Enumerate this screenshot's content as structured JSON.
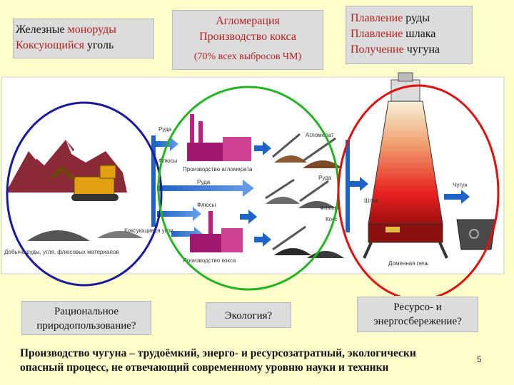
{
  "box_left": {
    "line1_a": "Железные ",
    "line1_b": "моноруды",
    "line2_a": "Коксующийся",
    "line2_b": " уголь"
  },
  "box_middle": {
    "line1": "Агломерация",
    "line2": "Производство кокса",
    "line3": "(70% всех выбросов ЧМ)"
  },
  "box_right": {
    "line1_a": "Плавление",
    "line1_b": " руды",
    "line2_a": "Плавление",
    "line2_b": " шлака",
    "line3_a": "Получение",
    "line3_b": " чугуна"
  },
  "diagram_labels": {
    "ruda_top": "Руда",
    "flyusy_top": "Флюсы",
    "aglomerat_prod": "Производство агломерата",
    "aglomerat": "Агломерат",
    "ruda_mid": "Руда",
    "ruda_right": "Руда",
    "flyusy_mid": "Флюсы",
    "flyusy_right": "Флюсы",
    "koks": "Кокс",
    "koksuyushchie": "Коксующиеся угли",
    "koks_prod": "Производство кокса",
    "dobycha": "Добыча руды, угля, флюсовых материалов",
    "chugun": "Чугун",
    "shlak": "Шлак",
    "domennaya": "Доменная печь"
  },
  "bottom_boxes": {
    "left_line1": "Рациональное",
    "left_line2": "природопользование?",
    "middle": "Экология?",
    "right_line1": "Ресурсо- и",
    "right_line2": "энергосбережение?"
  },
  "footer": {
    "line1": "Производство чугуна – трудоёмкий, энерго- и ресурсозатратный, экологически",
    "line2": "опасный процесс, не отвечающий современному уровню науки и техники"
  },
  "slide_number": "5",
  "colors": {
    "circle_blue": "#1a1a9e",
    "circle_green": "#22b422",
    "circle_red": "#e01010",
    "arrow_blue": "#1e64c8",
    "accent_red": "#b22222"
  }
}
